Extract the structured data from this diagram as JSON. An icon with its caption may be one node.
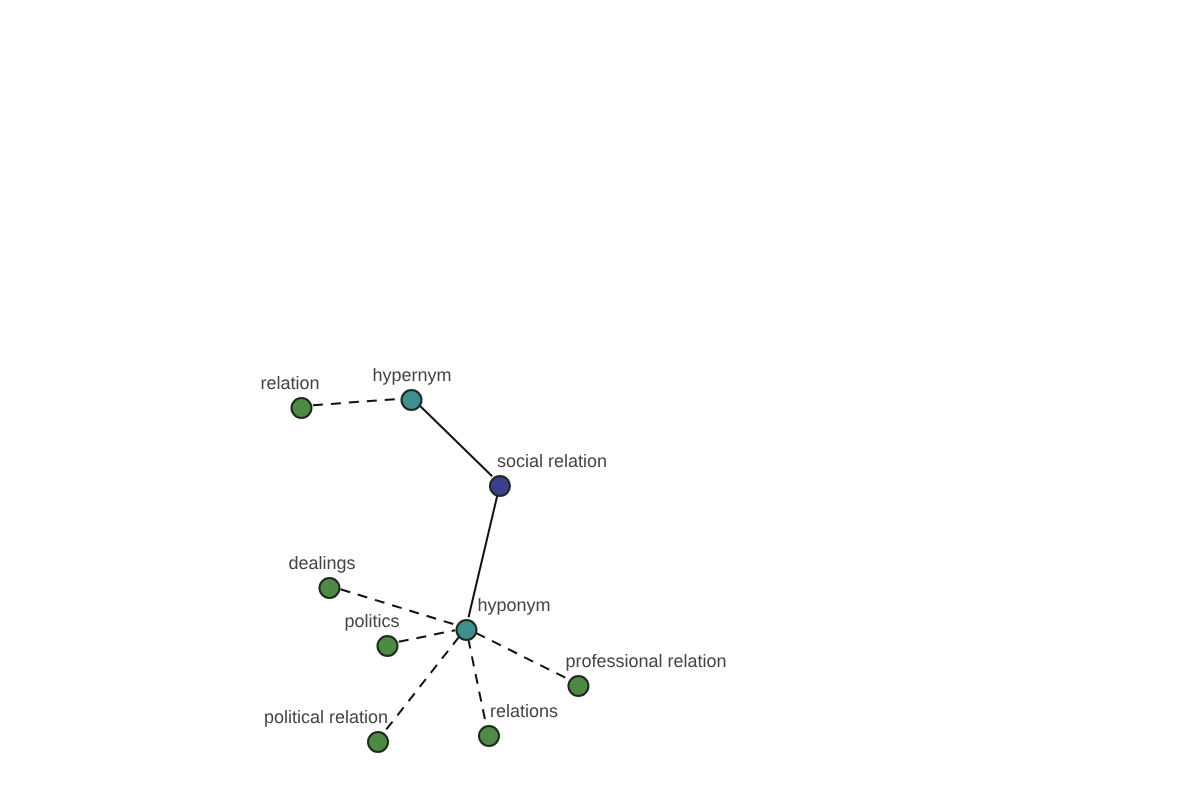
{
  "diagram": {
    "nodes": [
      {
        "text": [
          "relation"
        ]
      },
      {
        "text": [
          "hypernym"
        ]
      },
      {
        "text": [
          "social relation"
        ]
      },
      {
        "text": [
          "hyponym"
        ]
      },
      {
        "text": [
          "dealings"
        ]
      },
      {
        "text": [
          "politics"
        ]
      },
      {
        "text": [
          "professional relation"
        ]
      },
      {
        "text": [
          "political relation"
        ]
      },
      {
        "text": [
          "relations"
        ]
      }
    ],
    "edges": [
      {
        "from": 0,
        "to": 1,
        "arrow": "none",
        "style": "dashed"
      },
      {
        "from": 1,
        "to": 2,
        "arrow": "none"
      },
      {
        "from": 2,
        "to": 3,
        "arrow": "none"
      },
      {
        "from": 4,
        "to": 3,
        "arrow": "none",
        "style": "dashed"
      },
      {
        "from": 5,
        "to": 3,
        "arrow": "none",
        "style": "dashed"
      },
      {
        "from": 3,
        "to": 6,
        "arrow": "none",
        "style": "dashed"
      },
      {
        "from": 3,
        "to": 7,
        "arrow": "none",
        "style": "dashed"
      },
      {
        "from": 3,
        "to": 8,
        "arrow": "none",
        "style": "dashed"
      }
    ]
  }
}
